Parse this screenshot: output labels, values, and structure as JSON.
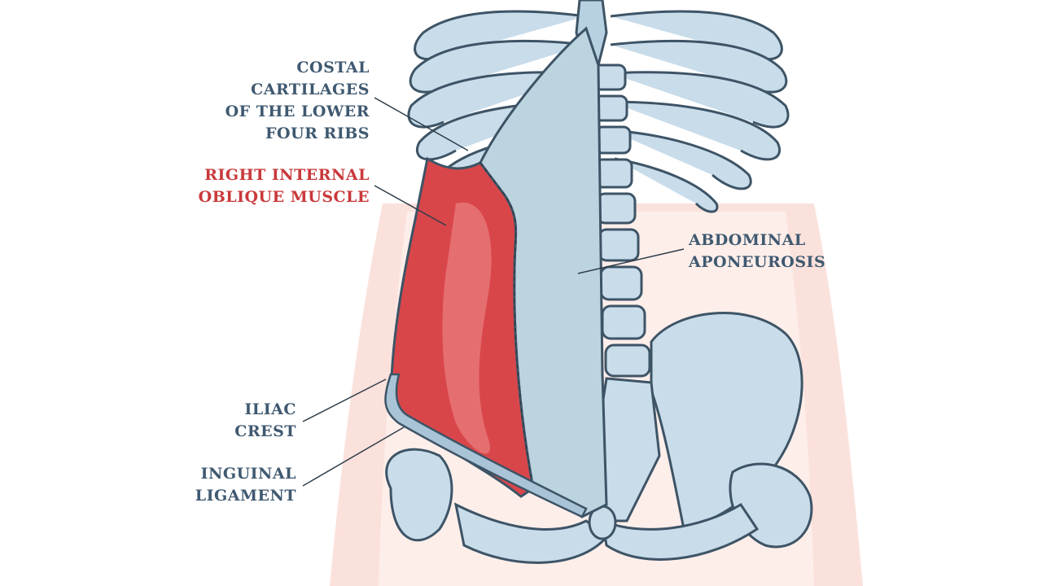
{
  "colors": {
    "label_text": "#3f5970",
    "highlight_text": "#c9393b",
    "bone_fill": "#c8dcea",
    "bone_stroke": "#3d5466",
    "muscle_red": "#d9464a",
    "aponeurosis": "#bcd3e0",
    "body_tint": "#fbe1dc",
    "leader_line": "#2f3e4a"
  },
  "labels": {
    "costal": [
      "COSTAL",
      "CARTILAGES",
      "OF THE LOWER",
      "FOUR RIBS"
    ],
    "internal_oblique": [
      "RIGHT INTERNAL",
      "OBLIQUE MUSCLE"
    ],
    "aponeurosis": [
      "ABDOMINAL",
      "APONEUROSIS"
    ],
    "iliac": [
      "ILIAC",
      "CREST"
    ],
    "inguinal": [
      "INGUINAL",
      "LIGAMENT"
    ]
  },
  "icons": [
    "rib-cage-icon",
    "spine-icon",
    "pelvis-icon",
    "muscle-icon"
  ]
}
